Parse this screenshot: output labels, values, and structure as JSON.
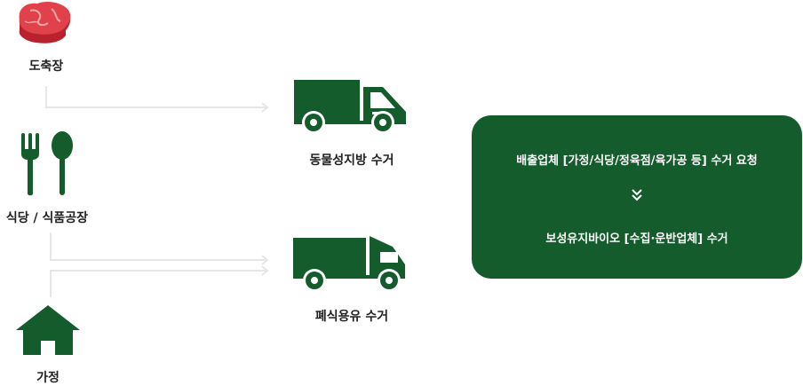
{
  "sources": {
    "slaughterhouse": "도축장",
    "restaurant": "식당 / 식품공장",
    "household": "가정"
  },
  "destinations": {
    "animal_fat": "동물성지방 수거",
    "waste_oil": "폐식용유 수거"
  },
  "panel": {
    "line1": "배출업체 [가정/식당/정육점/육가공 등] 수거 요청",
    "line2": "보성유지바이오 [수집·운반업체] 수거"
  },
  "colors": {
    "brand_green": "#145c2c",
    "meat_red": "#d8323a",
    "connector": "#e6e6e6"
  },
  "icons": [
    "meat-icon",
    "fork-spoon-icon",
    "house-icon",
    "box-truck-icon",
    "tank-truck-icon",
    "double-chevron-down-icon"
  ]
}
